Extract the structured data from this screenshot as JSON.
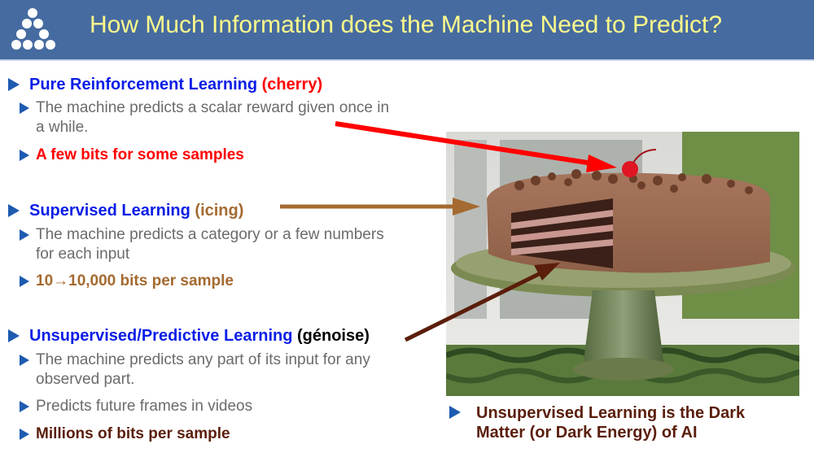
{
  "header": {
    "title": "How Much Information does the Machine Need to Predict?",
    "logo_icon": "dot-triangle-logo-icon",
    "bg_color": "#466ba0",
    "title_color": "#fcfa8c"
  },
  "sections": [
    {
      "heading": "Pure Reinforcement Learning",
      "tag": "(cherry)",
      "tag_color": "#ff0000",
      "points": [
        {
          "text_line1": "The machine predicts a scalar reward given once in",
          "text_line2": "a while."
        },
        {
          "text": "A few bits for some samples",
          "color": "#ff0000"
        }
      ]
    },
    {
      "heading": "Supervised Learning",
      "tag": "(icing)",
      "tag_color": "#a46a30",
      "points": [
        {
          "text_line1": "The machine predicts a category or a few numbers",
          "text_line2": "for each input"
        },
        {
          "text": "10→10,000 bits per sample",
          "color": "#a46a30"
        }
      ]
    },
    {
      "heading": "Unsupervised/Predictive Learning",
      "tag": "(génoise)",
      "tag_color": "#000000",
      "points": [
        {
          "text_line1": "The machine predicts any part of its input for any",
          "text_line2": "observed part."
        },
        {
          "text": "Predicts future frames in videos"
        },
        {
          "text": "Millions of bits per sample",
          "color": "#5a1e0b"
        }
      ]
    }
  ],
  "image": {
    "alt": "Chocolate layer cake with a cherry on top on a green cake stand",
    "arrows": [
      {
        "label": "cherry",
        "color": "#ff0000"
      },
      {
        "label": "icing",
        "color": "#a46a30"
      },
      {
        "label": "genoise",
        "color": "#5a1e0b"
      }
    ]
  },
  "caption": {
    "line1": "Unsupervised Learning is the Dark",
    "line2": "Matter (or Dark Energy) of AI"
  }
}
